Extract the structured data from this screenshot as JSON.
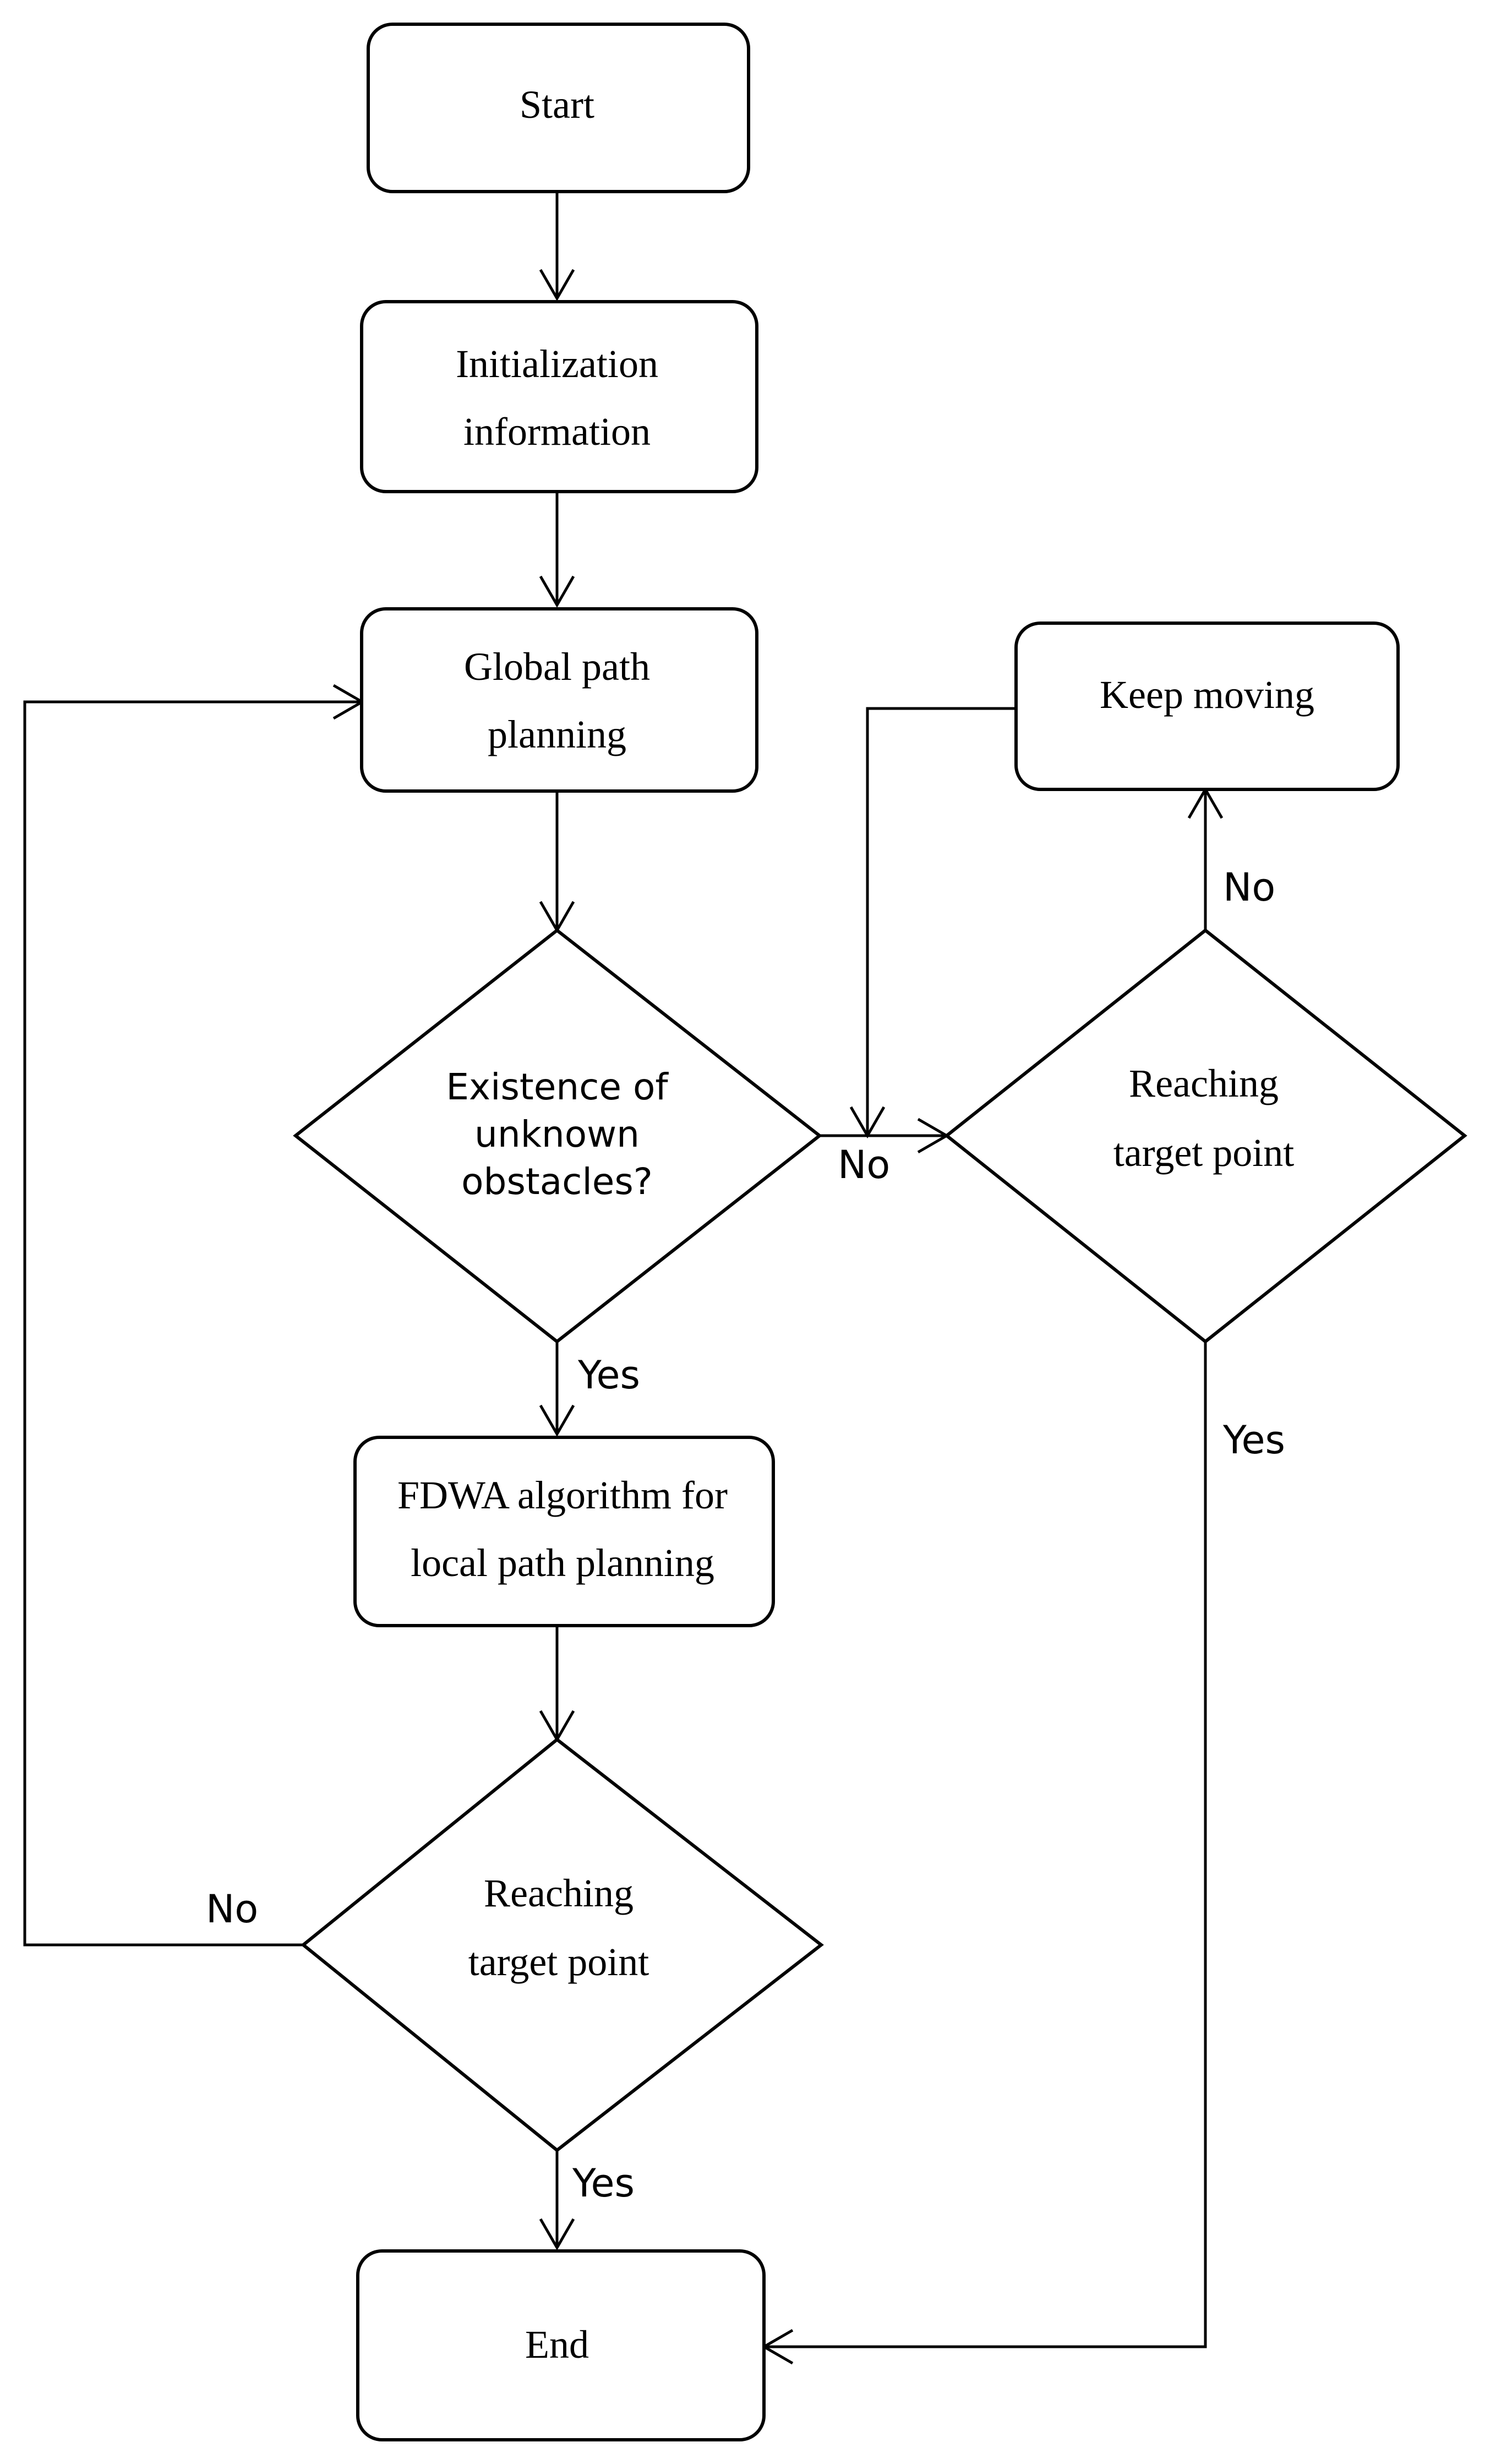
{
  "nodes": {
    "start": {
      "lines": [
        "Start"
      ]
    },
    "init": {
      "lines": [
        "Initialization",
        "information"
      ]
    },
    "global": {
      "lines": [
        "Global path",
        "planning"
      ]
    },
    "obstacles": {
      "lines": [
        "Existence of",
        "unknown",
        "obstacles?"
      ]
    },
    "fdwa": {
      "lines": [
        "FDWA algorithm for",
        "local path planning"
      ]
    },
    "reach_left": {
      "lines": [
        "Reaching",
        "target point"
      ]
    },
    "keep": {
      "lines": [
        "Keep moving"
      ]
    },
    "reach_right": {
      "lines": [
        "Reaching",
        "target point"
      ]
    },
    "end": {
      "lines": [
        "End"
      ]
    }
  },
  "edges": {
    "obstacles_no": "No",
    "obstacles_yes": "Yes",
    "reach_left_no": "No",
    "reach_left_yes": "Yes",
    "reach_right_no": "No",
    "reach_right_yes": "Yes"
  },
  "colors": {
    "stroke": "#000000",
    "fill": "#ffffff"
  }
}
